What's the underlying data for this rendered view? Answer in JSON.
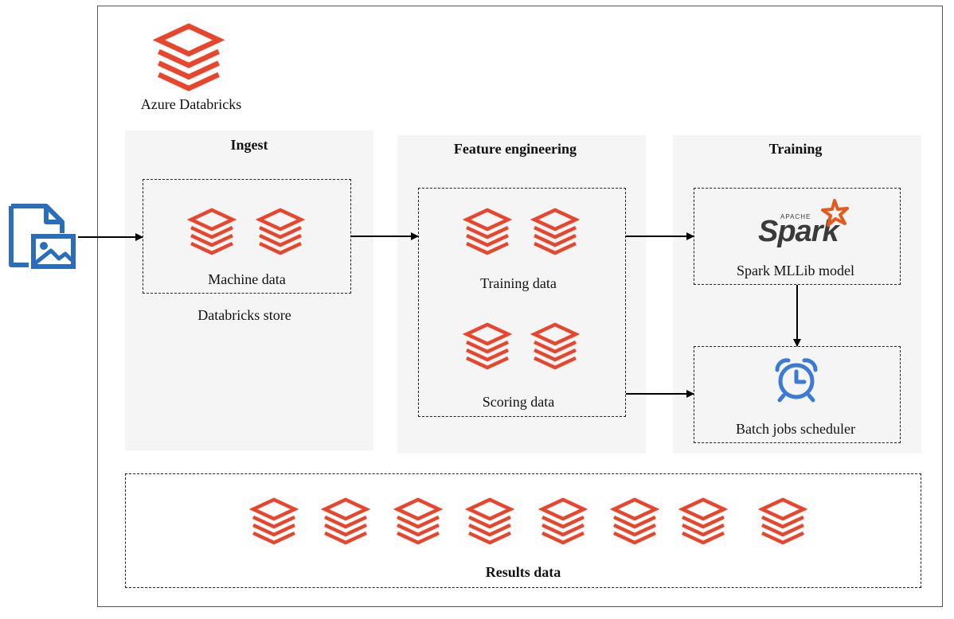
{
  "platform": {
    "name": "Azure Databricks"
  },
  "sections": {
    "ingest": {
      "title": "Ingest",
      "container_label": "Machine data",
      "footer_label": "Databricks store"
    },
    "feature_engineering": {
      "title": "Feature engineering",
      "training_label": "Training data",
      "scoring_label": "Scoring data"
    },
    "training": {
      "title": "Training",
      "spark_logo_text": "Spark",
      "spark_logo_sub": "APACHE",
      "model_label": "Spark MLLib model",
      "scheduler_label": "Batch jobs scheduler"
    },
    "results": {
      "label": "Results data"
    }
  },
  "colors": {
    "databricks": "#e8452c",
    "file_icon": "#2a6ebb",
    "clock": "#3c7ad6",
    "panel": "#f5f5f5",
    "spark_text": "#3a3a3a",
    "spark_star": "#e25a1c"
  },
  "icons": {
    "source": "file-image-icon",
    "store": "databricks-icon",
    "model": "spark-logo",
    "scheduler": "alarm-clock-icon"
  }
}
